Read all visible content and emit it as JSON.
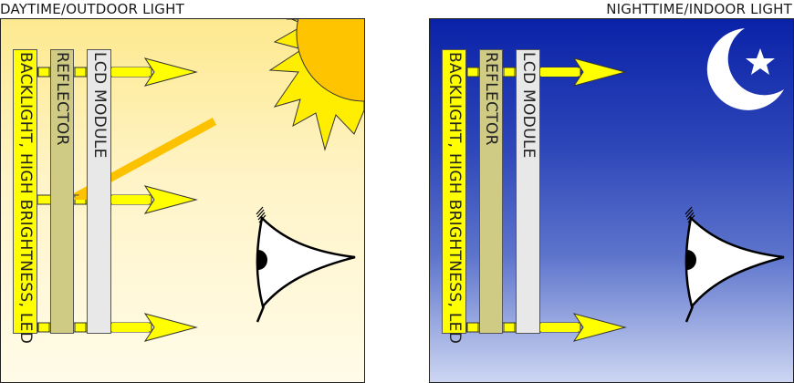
{
  "panels": {
    "day": {
      "title": "DAYTIME/OUTDOOR LIGHT",
      "background_top": "#fde98f",
      "background_bottom": "#fffbe8",
      "light_source_icon": "sun-icon",
      "ambient_ray": true,
      "arrows_y": [
        58,
        198,
        338
      ]
    },
    "night": {
      "title": "NIGHTTIME/INDOOR LIGHT",
      "background_top": "#0a22a8",
      "background_bottom": "#cdd6f2",
      "light_source_icon": "moon-star-icon",
      "ambient_ray": false,
      "arrows_y": [
        58,
        338
      ]
    }
  },
  "layers": {
    "backlight": "BACKLIGHT, HIGH BRIGHTNESS, LED",
    "reflector": "REFLECTOR",
    "lcd": "LCD MODULE"
  },
  "colors": {
    "arrow": "#ffff00",
    "backlight": "#ffff00",
    "reflector": "#cfcb85",
    "lcd": "#e8e8e8",
    "sun_core": "#ffc400",
    "sun_rays": "#ffee00",
    "ambient_ray": "#fcc200"
  }
}
